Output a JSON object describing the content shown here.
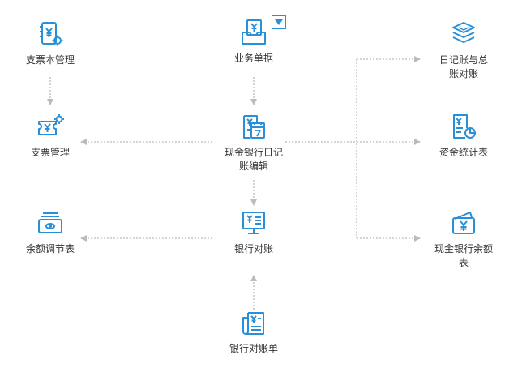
{
  "colors": {
    "icon": "#2a8fd6",
    "connector": "#bbbbbb",
    "text": "#333333"
  },
  "nodes": {
    "checkbook_mgmt": {
      "label": "支票本管理",
      "icon": "checkbook-settings-icon"
    },
    "business_docs": {
      "label": "业务单据",
      "icon": "business-document-icon"
    },
    "journal_vs_ledger": {
      "label": "日记账与总账对账",
      "icon": "stacked-layers-icon"
    },
    "check_mgmt": {
      "label": "支票管理",
      "icon": "check-settings-icon"
    },
    "cash_bank_journal_edit": {
      "label": "现金银行日记账编辑",
      "icon": "journal-calendar-icon"
    },
    "fund_statistics": {
      "label": "资金统计表",
      "icon": "fund-report-icon"
    },
    "balance_adjust": {
      "label": "余额调节表",
      "icon": "cash-stack-icon"
    },
    "bank_reconcile": {
      "label": "银行对账",
      "icon": "monitor-ledger-icon"
    },
    "cash_bank_balance": {
      "label": "现金银行余额表",
      "icon": "wallet-yen-icon"
    },
    "bank_statement": {
      "label": "银行对账单",
      "icon": "statement-receipt-icon"
    }
  },
  "dropdown": {
    "icon": "dropdown-triangle-icon"
  }
}
